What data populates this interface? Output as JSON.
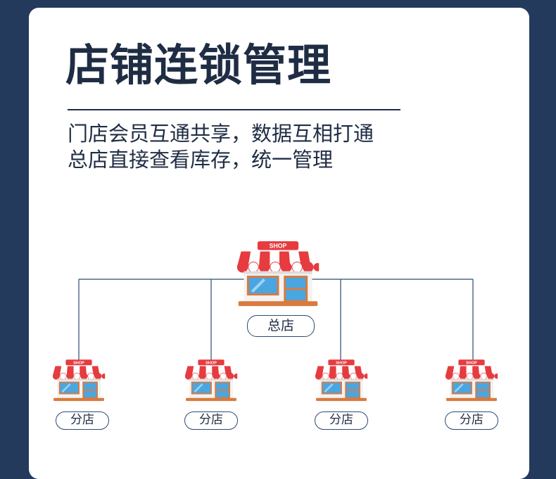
{
  "title": "店铺连锁管理",
  "subtitle": {
    "line1": "门店会员互通共享，数据互相打通",
    "line2": "总店直接查看库存，统一管理"
  },
  "headquarters": {
    "label": "总店",
    "sign": "SHOP",
    "icon": "shop-icon"
  },
  "branches": [
    {
      "label": "分店",
      "sign": "SHOP",
      "icon": "shop-icon"
    },
    {
      "label": "分店",
      "sign": "SHOP",
      "icon": "shop-icon"
    },
    {
      "label": "分店",
      "sign": "SHOP",
      "icon": "shop-icon"
    },
    {
      "label": "分店",
      "sign": "SHOP",
      "icon": "shop-icon"
    }
  ],
  "colors": {
    "background": "#233a5c",
    "card": "#ffffff",
    "text": "#1f2d44",
    "awning_red": "#e63b3f",
    "window_blue": "#4aa6e0",
    "shop_base": "#d97a3f"
  }
}
